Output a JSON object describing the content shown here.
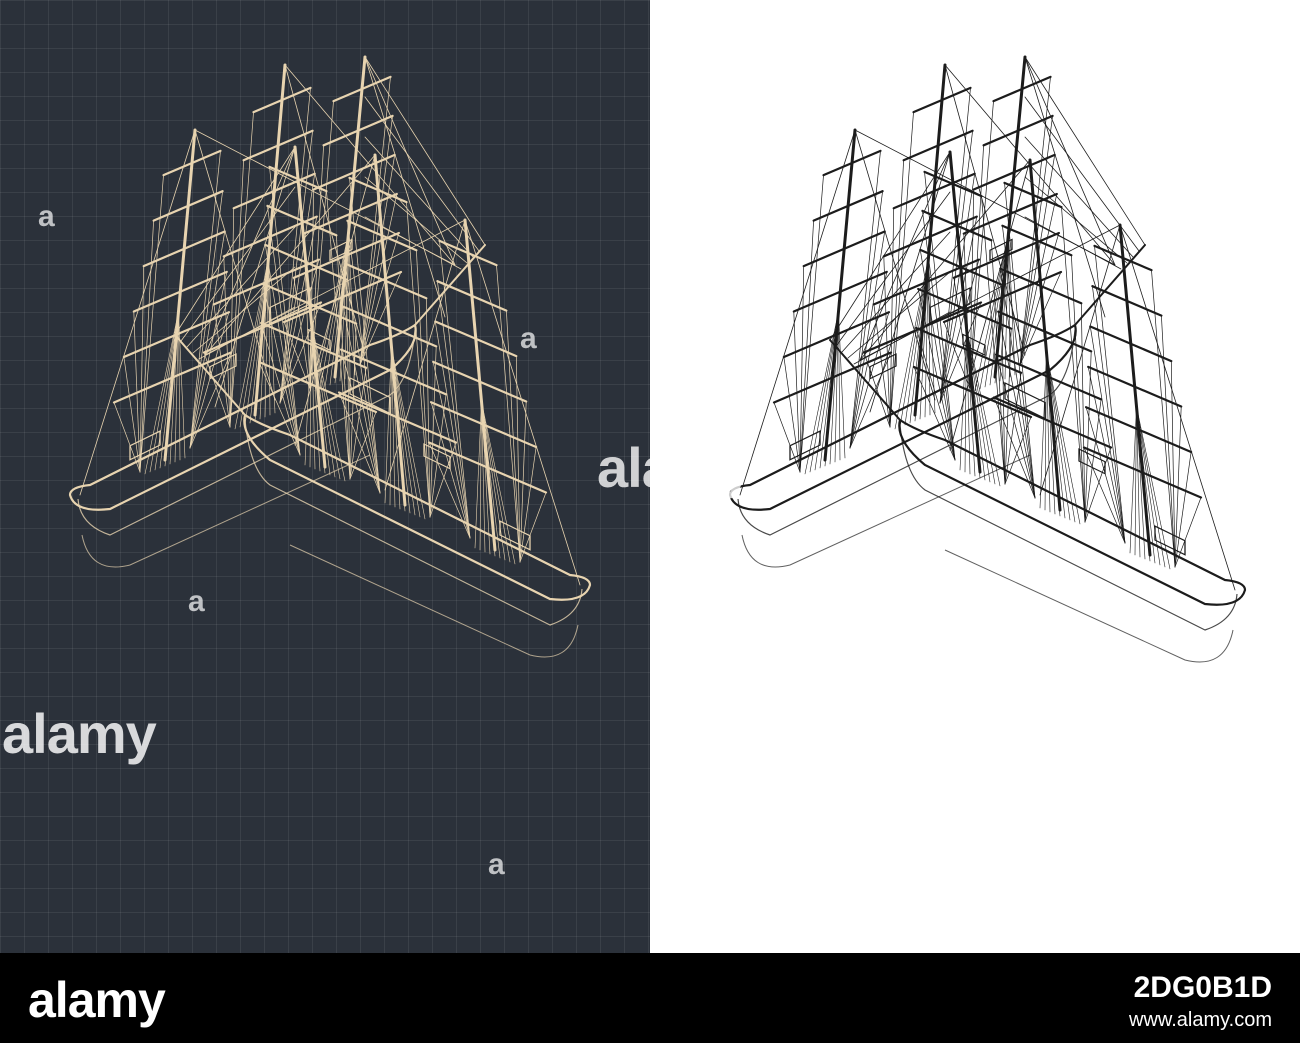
{
  "colors": {
    "blueprint_bg": "#2b313a",
    "blueprint_line": "#e8d4b0",
    "drawing_bg": "#ffffff",
    "drawing_line": "#1c1c1c",
    "footer_bg": "#000000"
  },
  "watermark": {
    "text": "alamy",
    "mark": "a"
  },
  "footer": {
    "logo": "alamy",
    "image_id": "2DG0B1D",
    "site": "www.alamy.com"
  }
}
